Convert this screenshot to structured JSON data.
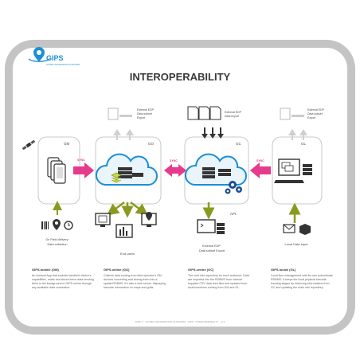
{
  "brand": {
    "name": "GIPS",
    "tagline": "GLOBAL INFORMATION PLATFORM"
  },
  "title": "INTEROPERABILITY",
  "modules": {
    "gm": "GM",
    "go": "GO",
    "gc": "GC",
    "gl": "GL"
  },
  "sync_label": "SYNC",
  "api_label": "API",
  "export_top_left": [
    "External EDP",
    "Data subset",
    "Export"
  ],
  "import_top": [
    "External EDP",
    "Data import"
  ],
  "export_top_right": [
    "External EDP",
    "Data subset",
    "Export"
  ],
  "gm_caption": [
    "On Field delivery",
    "Data collection"
  ],
  "end_users": "End users",
  "gc_caption": [
    "External EDP",
    "Data subset Export"
  ],
  "gl_caption": "Local Data input",
  "columns": [
    {
      "heading": "GIPS.mobile (GM)",
      "text": "An Android App that exploits handheld device's capabilities, reads and stores items data sending them in the background to GIPS.online through any available data connection."
    },
    {
      "heading": "GIPS.online (GO)",
      "text": "Collects data coming from field operator's GM devices converting and storing them into a spatial RDBMS. It's also a web server, displaying barcode information on maps and grids."
    },
    {
      "heading": "GIPS.centre (GC)",
      "text": "The core info repository for each customer. Data are imported into the RDBMS from internal supplied CSV data feed files and updated from local insertions coming from GM and GL."
    },
    {
      "heading": "GIPS.locale (GL)",
      "text": "Local item management with its own subordinate RDBMS. It keeps the local physical barcode tracking stages by retrieving informations from GC and updating the main info repository."
    }
  ],
  "footer": "GIPS © · GLOBAL INFORMATION PLATFORM · GIPS · INTEROPERABILITY · v1.0",
  "colors": {
    "sync": "#e63a8c",
    "arrow": "#8a9a1e",
    "cloud": "#1a8fd6",
    "frame": "#c4c4c4"
  }
}
